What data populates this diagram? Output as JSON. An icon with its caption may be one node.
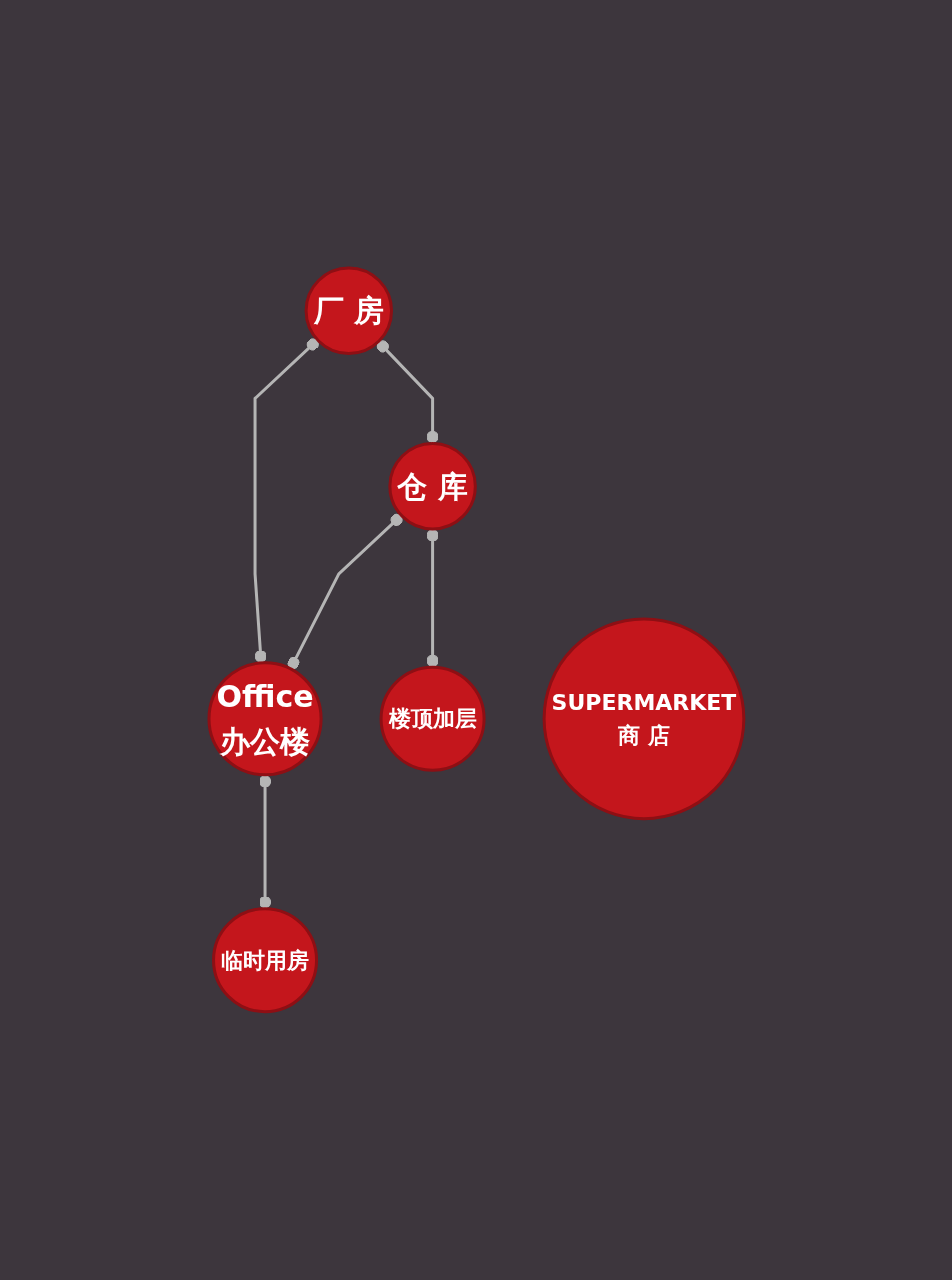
{
  "diagram": {
    "nodes": [
      {
        "text": [
          "厂 房"
        ]
      },
      {
        "text": [
          "仓 库"
        ]
      },
      {
        "text": [
          "Office",
          "办公楼"
        ]
      },
      {
        "text": [
          "楼顶加层"
        ]
      },
      {
        "text": [
          "SUPERMARKET",
          "商 店"
        ]
      },
      {
        "text": [
          "临时用房"
        ]
      }
    ],
    "edges": [
      {
        "from": 0,
        "to": 1,
        "arrow": "other"
      },
      {
        "from": 0,
        "to": 2,
        "arrow": "other"
      },
      {
        "from": 1,
        "to": 2,
        "arrow": "other"
      },
      {
        "from": 1,
        "to": 3,
        "arrow": "other"
      },
      {
        "from": 2,
        "to": 5,
        "arrow": "other"
      }
    ]
  }
}
